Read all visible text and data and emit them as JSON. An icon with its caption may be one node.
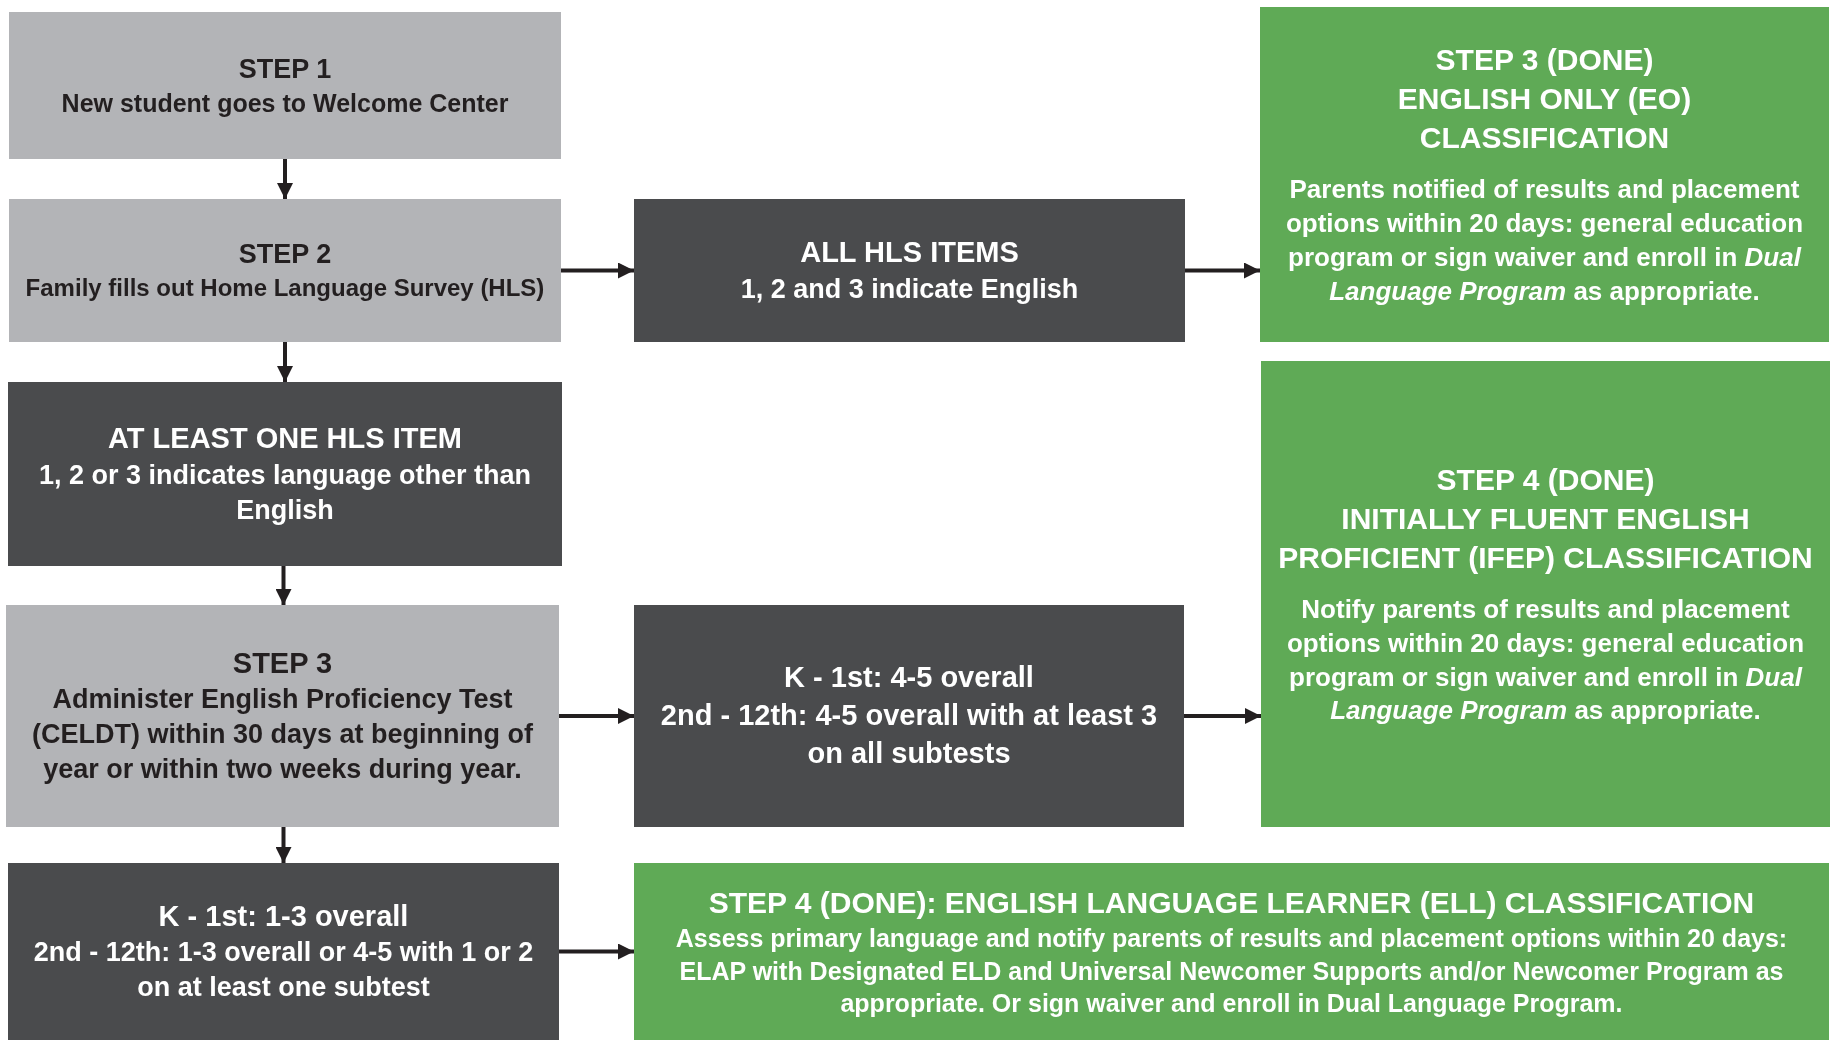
{
  "diagram": {
    "nodes": [
      {
        "text": [
          "STEP 1",
          "New student goes to Welcome Center"
        ]
      },
      {
        "text": [
          "STEP 2",
          "Family fills out Home Language Survey (HLS)"
        ]
      },
      {
        "text": [
          "AT LEAST ONE HLS ITEM",
          "1, 2 or 3 indicates language other than English"
        ]
      },
      {
        "text": [
          "STEP 3",
          "Administer English Proficiency Test (CELDT) within 30 days at beginning of year or within two weeks during year."
        ]
      },
      {
        "text": [
          "K - 1st: 1-3 overall",
          "2nd - 12th: 1-3 overall or 4-5 with 1 or 2 on at least one subtest"
        ]
      },
      {
        "text": [
          "ALL HLS ITEMS",
          "1, 2 and 3 indicate English"
        ]
      },
      {
        "text": [
          "K - 1st: 4-5 overall",
          "2nd - 12th: 4-5 overall with at least 3 on all subtests"
        ]
      },
      {
        "text": [
          "STEP 3 (DONE)",
          "ENGLISH ONLY (EO) CLASSIFICATION",
          "Parents notified of results and placement options within 20 days: general education program or sign waiver and enroll in *Dual Language Program* as appropriate."
        ]
      },
      {
        "text": [
          "STEP 4 (DONE)",
          "INITIALLY FLUENT ENGLISH PROFICIENT (IFEP) CLASSIFICATION",
          "Notify parents of results and placement options within 20 days: general education program or sign waiver and enroll in *Dual Language Program* as appropriate."
        ]
      },
      {
        "text": [
          "STEP 4 (DONE): ENGLISH LANGUAGE LEARNER (ELL) CLASSIFICATION",
          "Assess primary language and notify parents of results and placement options within 20 days: ELAP with Designated ELD and Universal Newcomer Supports and/or Newcomer Program as appropriate. Or sign waiver and enroll in Dual Language Program."
        ]
      }
    ],
    "edges": [
      {
        "from": 0,
        "to": 1,
        "arrow": "to"
      },
      {
        "from": 1,
        "to": 2,
        "arrow": "to"
      },
      {
        "from": 2,
        "to": 3,
        "arrow": "to"
      },
      {
        "from": 3,
        "to": 4,
        "arrow": "to"
      },
      {
        "from": 1,
        "to": 5,
        "arrow": "to"
      },
      {
        "from": 5,
        "to": 7,
        "arrow": "to"
      },
      {
        "from": 3,
        "to": 6,
        "arrow": "to"
      },
      {
        "from": 6,
        "to": 8,
        "arrow": "to"
      },
      {
        "from": 4,
        "to": 9,
        "arrow": "to"
      }
    ]
  }
}
